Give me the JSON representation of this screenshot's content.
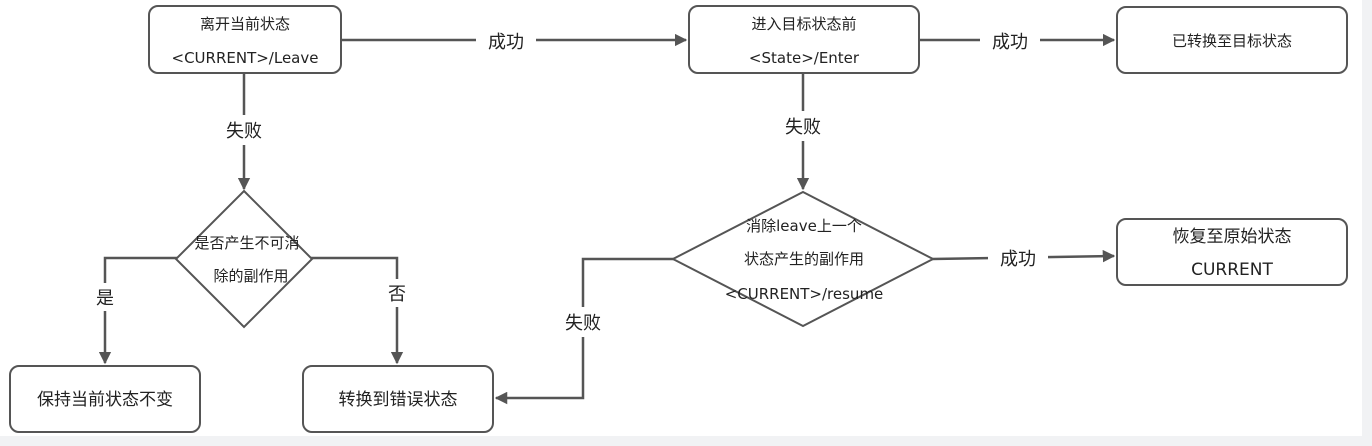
{
  "nodes": {
    "leave": {
      "line1": "离开当前状态",
      "line2": "<CURRENT>/Leave"
    },
    "enter": {
      "line1": "进入目标状态前",
      "line2": "<State>/Enter"
    },
    "switched": {
      "line1": "已转换至目标状态"
    },
    "irreversible": {
      "line1": "是否产生不可消",
      "line2": "除的副作用"
    },
    "resume": {
      "line1": "消除leave上一个",
      "line2": "状态产生的副作用",
      "line3": "<CURRENT>/resume"
    },
    "restore": {
      "line1": "恢复至原始状态",
      "line2": "CURRENT"
    },
    "keep": {
      "line1": "保持当前状态不变"
    },
    "error": {
      "line1": "转换到错误状态"
    }
  },
  "edges": {
    "leave_success": "成功",
    "enter_success": "成功",
    "leave_fail": "失败",
    "enter_fail": "失败",
    "yes": "是",
    "no": "否",
    "resume_success": "成功",
    "resume_fail": "失败"
  },
  "colors": {
    "stroke": "#555555",
    "fill": "#ffffff",
    "text": "#222222"
  }
}
